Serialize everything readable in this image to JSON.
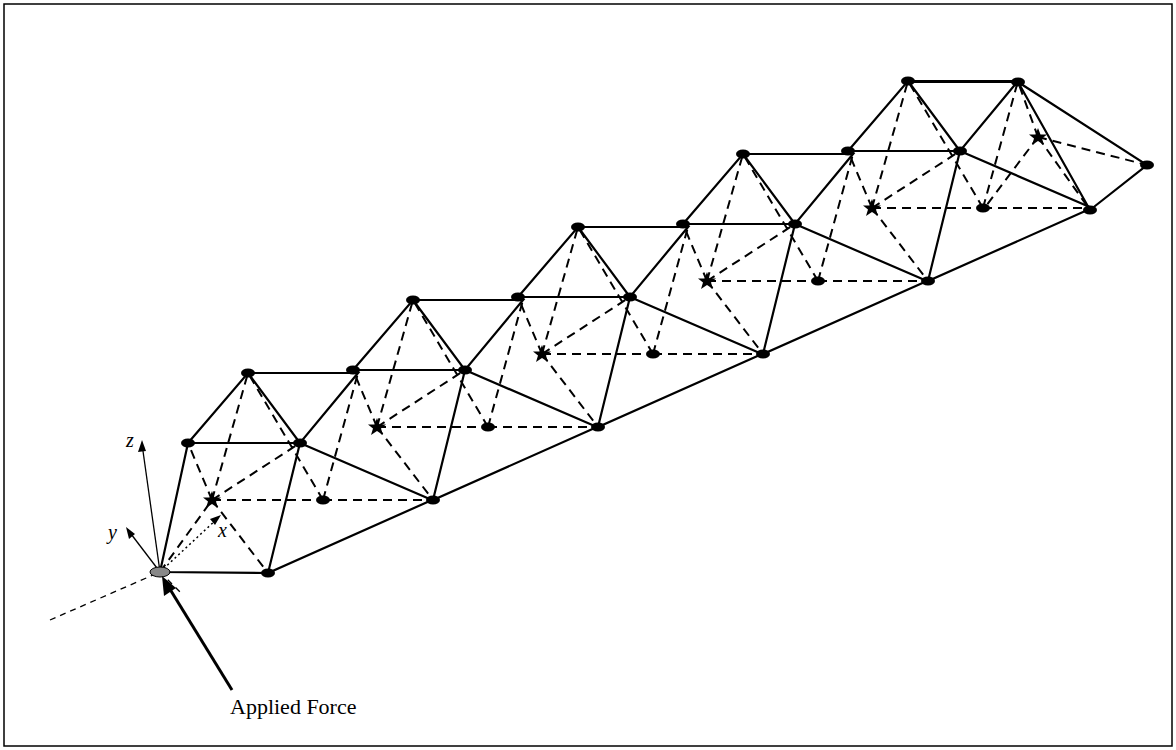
{
  "diagram": {
    "labels": [
      "z",
      "y",
      "x",
      "Applied Force"
    ]
  }
}
